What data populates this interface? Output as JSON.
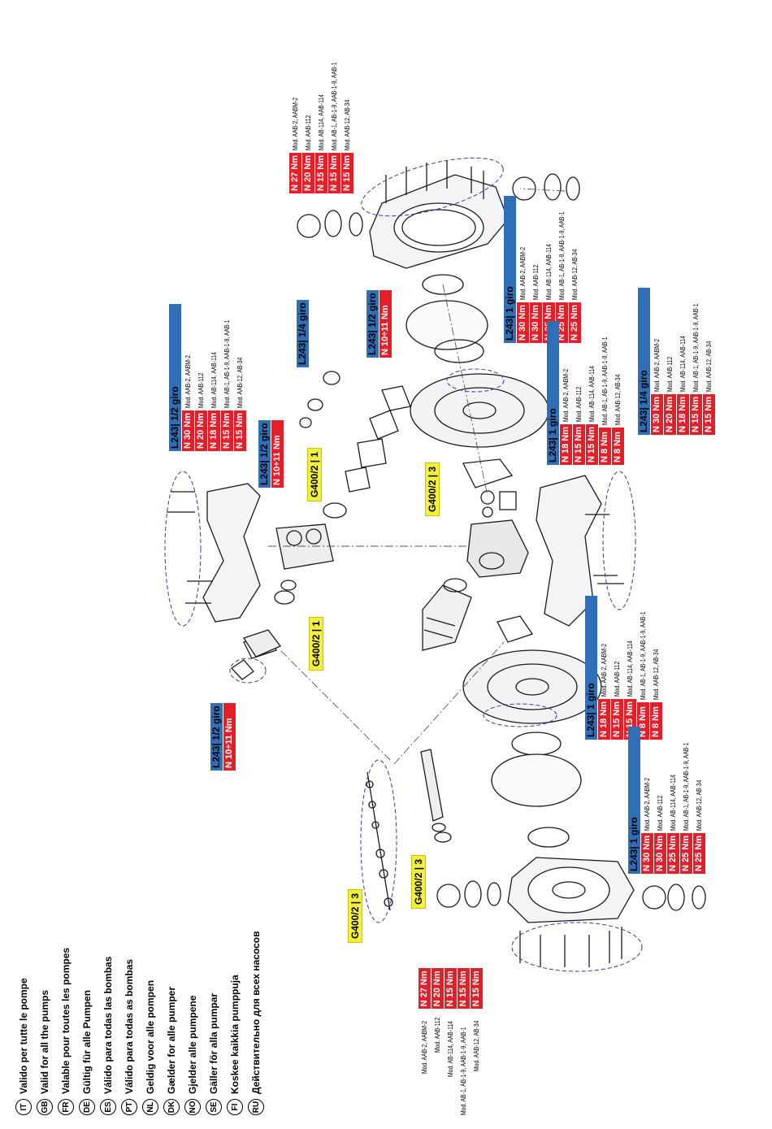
{
  "legend": [
    {
      "code": "IT",
      "text": "Valido per tutte le pompe"
    },
    {
      "code": "GB",
      "text": "Valid for all the pumps"
    },
    {
      "code": "FR",
      "text": "Valable pour toutes les pompes"
    },
    {
      "code": "DE",
      "text": "Gültig für alle Pumpen"
    },
    {
      "code": "ES",
      "text": "Válido para todas las bombas"
    },
    {
      "code": "PT",
      "text": "Válido para todas as bombas"
    },
    {
      "code": "NL",
      "text": "Geldig voor alle pompen"
    },
    {
      "code": "DK",
      "text": "Gælder for alle pumper"
    },
    {
      "code": "NO",
      "text": "Gjelder alle pumpene"
    },
    {
      "code": "SE",
      "text": "Gäller för alla pumpar"
    },
    {
      "code": "FI",
      "text": "Koskee kaikkia pumppuja"
    },
    {
      "code": "RU",
      "text": "Действительно для всех насосов"
    }
  ],
  "torque_lists": {
    "top_manifold": {
      "values": [
        "N 27 Nm",
        "N 20 Nm",
        "N 15 Nm",
        "N 15 Nm",
        "N 15 Nm"
      ],
      "models": [
        "Mod. AAB-2, AABM-2",
        "Mod. AAB-112",
        "Mod. AB-114, AAB-114",
        "Mod. AB-1, AB-1-9, AAB-1-9, AAB-1",
        "Mod. AAB-12, AB-34"
      ]
    },
    "bottom_manifold": {
      "values": [
        "N 27 Nm",
        "N 20 Nm",
        "N 15 Nm",
        "N 15 Nm",
        "N 15 Nm"
      ],
      "models": [
        "Mod. AAB-2, AABM-2",
        "Mod. AAB-112",
        "Mod. AB-114, AAB-114",
        "Mod. AB-1, AB-1-9, AAB-1-9, AAB-1",
        "Mod. AAB-12, AB-34"
      ]
    },
    "right_top_plate": {
      "header": "L243| 1 giro",
      "values": [
        "N 30 Nm",
        "N 30 Nm",
        "N 25 Nm",
        "N 25 Nm",
        "N 25 Nm"
      ],
      "models": [
        "Mod. AAB-2, AABM-2",
        "Mod. AAB-112",
        "Mod. AB-114, AAB-114",
        "Mod. AB-1, AB-1-9, AAB-1-9, AAB-1",
        "Mod. AAB-12, AB-34"
      ]
    },
    "right_bottom_plate": {
      "header": "L243| 1 giro",
      "values": [
        "N 30 Nm",
        "N 30 Nm",
        "N 25 Nm",
        "N 25 Nm",
        "N 25 Nm"
      ],
      "models": [
        "Mod. AAB-2, AABM-2",
        "Mod. AAB-112",
        "Mod. AB-114, AAB-114",
        "Mod. AB-1, AB-1-9, AAB-1-9, AAB-1",
        "Mod. AAB-12, AB-34"
      ]
    },
    "center_top_housing": {
      "header": "L243| 1 giro",
      "values": [
        "N 18 Nm",
        "N 15 Nm",
        "N 15 Nm",
        "N 8 Nm",
        "N 8 Nm"
      ],
      "models": [
        "Mod. AAB-2, AABM-2",
        "Mod. AAB-112",
        "Mod. AB-114, AAB-114",
        "Mod. AB-1, AB-1-9, AAB-1-9, AAB-1",
        "Mod. AAB-12, AB-34"
      ]
    },
    "center_bottom_housing": {
      "header": "L243| 1 giro",
      "values": [
        "N 18 Nm",
        "N 15 Nm",
        "N 15 Nm",
        "N 8 Nm",
        "N 8 Nm"
      ],
      "models": [
        "Mod. AAB-2, AABM-2",
        "Mod. AAB-112",
        "Mod. AB-114, AAB-114",
        "Mod. AB-1, AB-1-9, AAB-1-9, AAB-1",
        "Mod. AAB-12, AB-34"
      ]
    },
    "right_side_bracket": {
      "header": "L243| 1/4 giro",
      "values": [
        "N 30 Nm",
        "N 20 Nm",
        "N 18 Nm",
        "N 15 Nm",
        "N 15 Nm"
      ],
      "models": [
        "Mod. AAB-2, AABM-2",
        "Mod. AAB-112",
        "Mod. AB-114, AAB-114",
        "Mod. AB-1, AB-1-9, AAB-1-9, AAB-1",
        "Mod. AAB-12, AB-34"
      ]
    },
    "left_bracket": {
      "header": "L243| 1/2 giro",
      "values": [
        "N 30 Nm",
        "N 20 Nm",
        "N 18 Nm",
        "N 15 Nm",
        "N 15 Nm"
      ],
      "models": [
        "Mod. AAB-2, AABM-2",
        "Mod. AAB-112",
        "Mod. AB-114, AAB-114",
        "Mod. AB-1, AB-1-9, AAB-1-9, AAB-1",
        "Mod. AAB-12, AB-34"
      ]
    }
  },
  "small_labels": {
    "valve_block": {
      "header": "L243| 1/2 giro",
      "value": "N 10÷11 Nm"
    },
    "cap": {
      "header": "L243| 1/4 giro",
      "value": ""
    },
    "pilot": {
      "header": "L243| 1/2 giro",
      "value": "N 10÷11 Nm"
    },
    "bottom_cover": {
      "header": "L243| 1/2 giro",
      "value": "N 10÷11 Nm"
    }
  },
  "glue_labels": {
    "g1": "G400/2 | 1",
    "g2": "G400/2 | 3",
    "g3": "G400/2 | 1",
    "g4": "G400/2 | 3",
    "g5": "G400/2 | 3"
  }
}
